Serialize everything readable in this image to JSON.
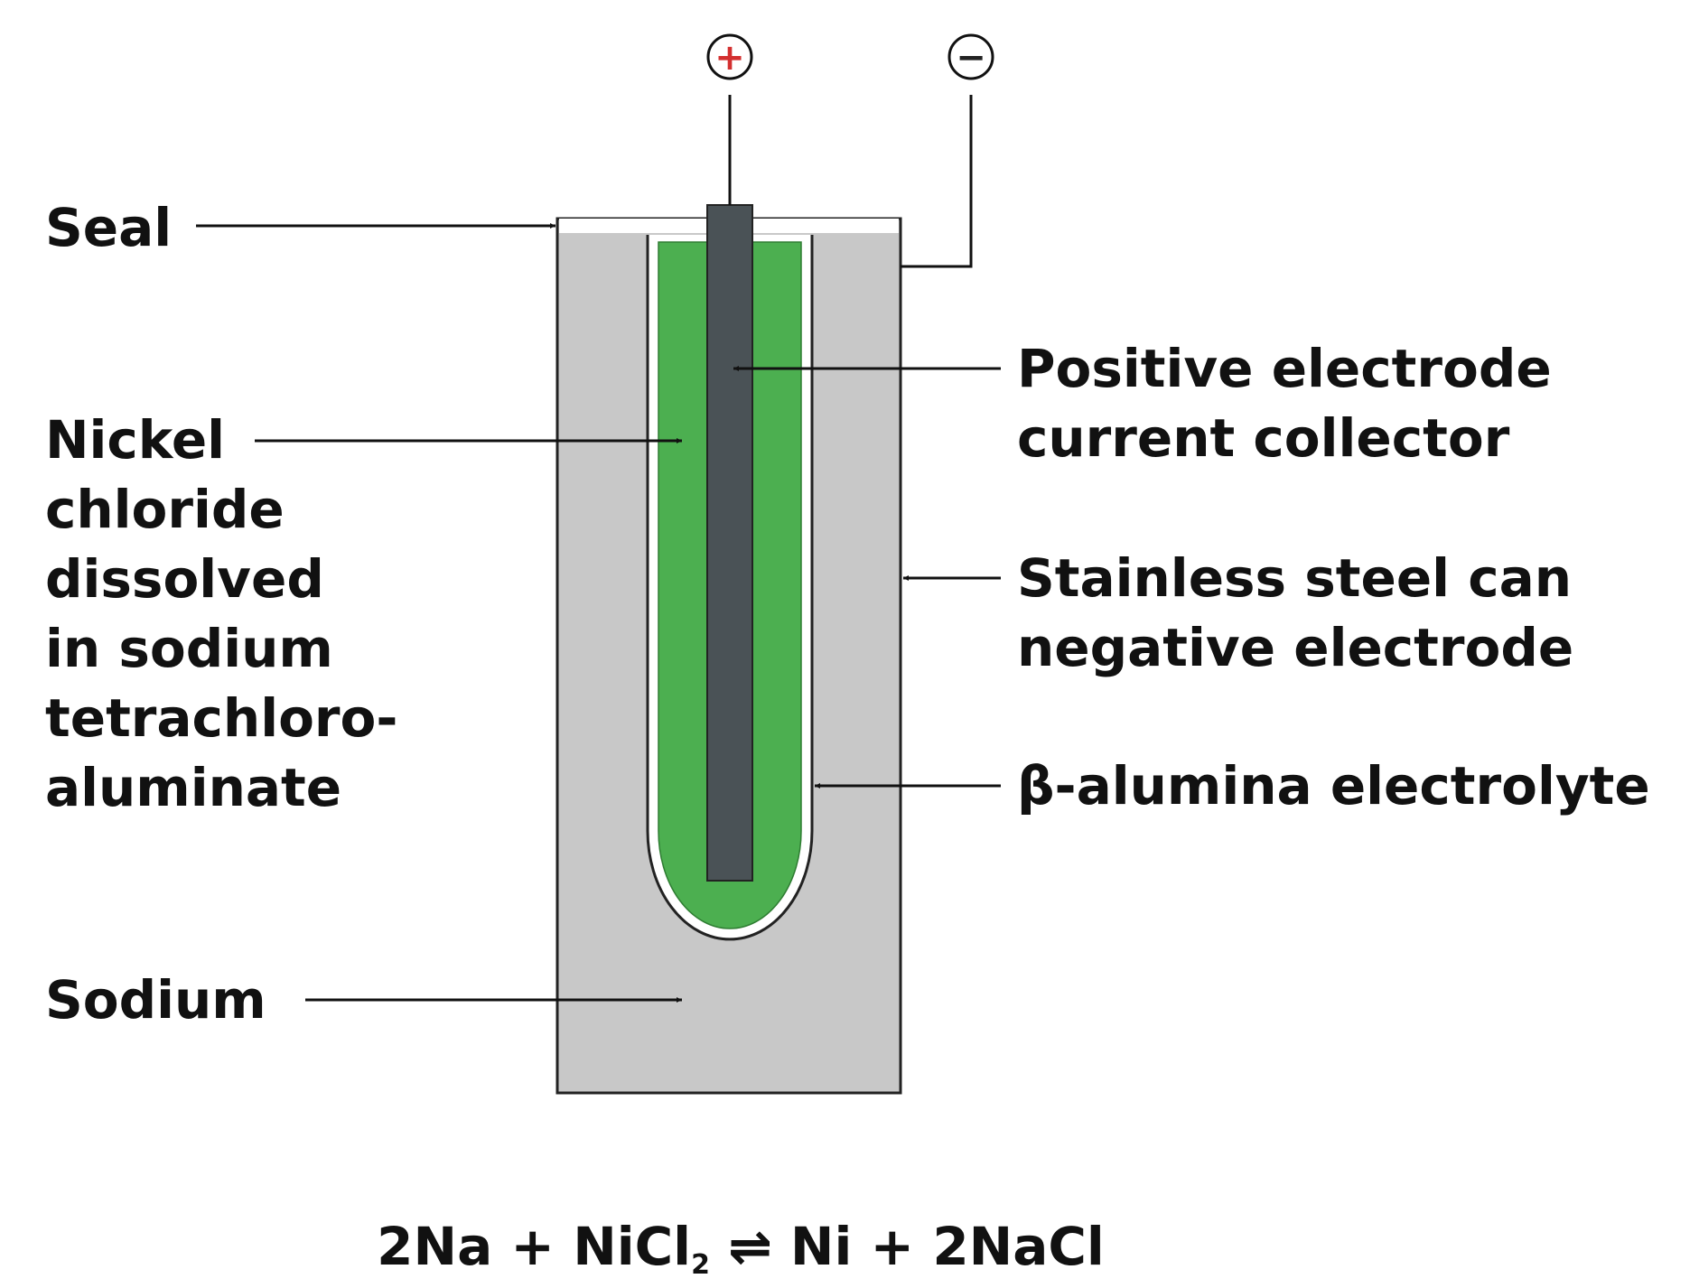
{
  "terminals": {
    "positive_symbol": "+",
    "negative_symbol": "−",
    "positive_color": "#d32f2f",
    "negative_color": "#222222"
  },
  "labels": {
    "seal": "Seal",
    "nickel_chloride": [
      "Nickel",
      "chloride",
      "dissolved",
      "in sodium",
      "tetrachloro-",
      "aluminate"
    ],
    "sodium": "Sodium",
    "positive_electrode": [
      "Positive electrode",
      "current collector"
    ],
    "stainless_steel": [
      "Stainless steel can",
      "negative electrode"
    ],
    "beta_alumina": "β-alumina electrolyte"
  },
  "equation": {
    "left": "2Na + NiCl",
    "sub": "2",
    "arrow": " ⇌ ",
    "right": "Ni + 2NaCl"
  },
  "colors": {
    "sodium_fill": "#c8c8c8",
    "electrolyte_fill": "#4caf50",
    "collector_fill": "#4a5256",
    "outline": "#222222",
    "seal_fill": "#ffffff"
  }
}
